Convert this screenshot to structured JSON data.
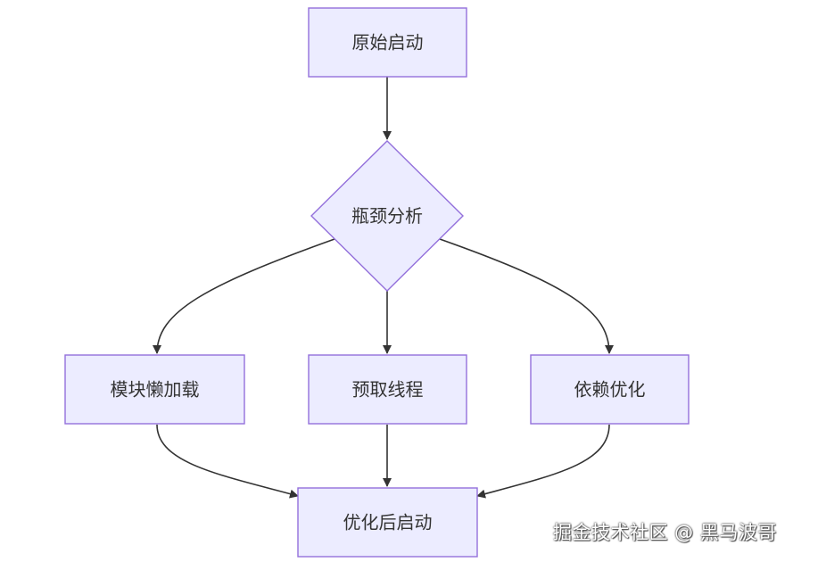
{
  "nodes": {
    "original_start": "原始启动",
    "bottleneck_analysis": "瓶颈分析",
    "lazy_loading": "模块懒加载",
    "prefetch_thread": "预取线程",
    "dependency_optimization": "依赖优化",
    "optimized_start": "优化后启动"
  },
  "watermark": "掘金技术社区 @ 黑马波哥",
  "colors": {
    "node_fill": "#ECECFF",
    "node_stroke": "#9370DB",
    "edge": "#333333",
    "text": "#333333"
  }
}
